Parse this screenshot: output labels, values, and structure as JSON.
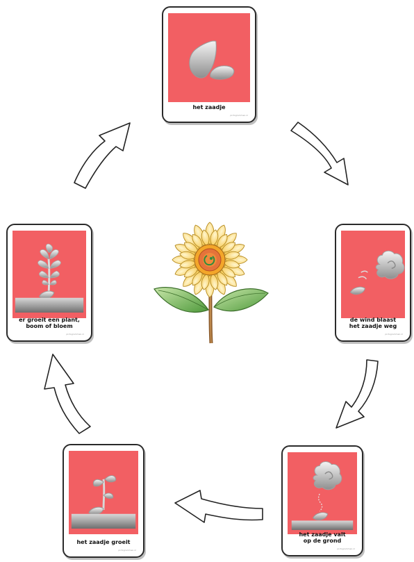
{
  "cards": [
    {
      "id": "seed",
      "caption": "het zaadje",
      "credit": "pictogrammen.nl"
    },
    {
      "id": "wind",
      "caption": "de wind blaast\nhet zaadje weg",
      "credit": "pictogrammen.nl"
    },
    {
      "id": "falls",
      "caption": "het zaadje valt\nop de grond",
      "credit": "pictogrammen.nl"
    },
    {
      "id": "grows",
      "caption": "het zaadje groeit",
      "credit": "pictogrammen.nl"
    },
    {
      "id": "plant",
      "caption": "er groeit een plant,\nboom of bloem",
      "credit": "pictogrammen.nl"
    }
  ],
  "colors": {
    "card_bg": "#f25f63",
    "petal": "#fbd76a",
    "leaf": "#7fb95e",
    "stem": "#8a5a2b"
  }
}
